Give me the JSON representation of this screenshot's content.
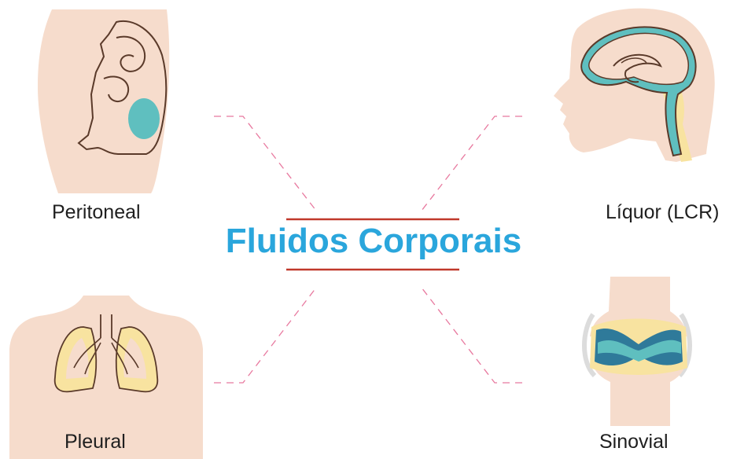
{
  "title": "Fluidos Corporais",
  "nodes": {
    "peritoneal": "Peritoneal",
    "liquor": "Líquor (LCR)",
    "pleural": "Pleural",
    "sinovial": "Sinovial"
  },
  "colors": {
    "title": "#2aa6dc",
    "rule": "#c0392b",
    "connector": "#e8799f",
    "skin": "#f6dccc",
    "outline": "#5a3a2a",
    "fluid_teal": "#5fbfbf",
    "fluid_yellow": "#f8e3a0",
    "synovial_blue": "#2f7a9a"
  }
}
